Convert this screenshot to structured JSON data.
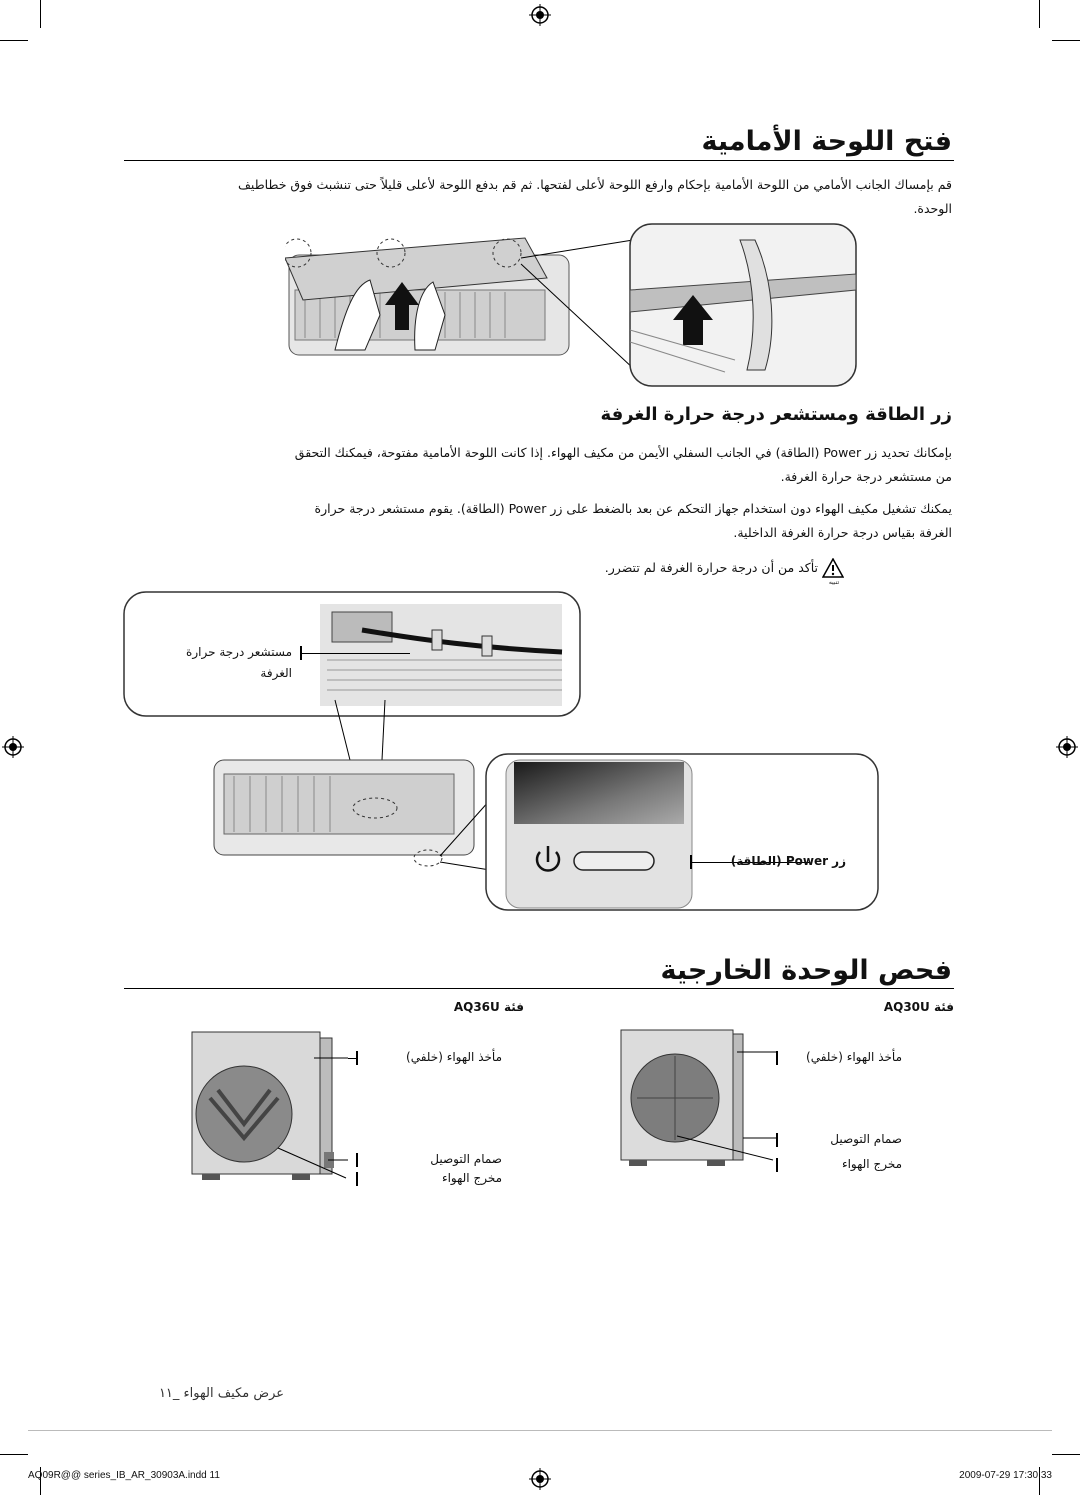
{
  "section1": {
    "title": "فتح اللوحة الأمامية",
    "para_line1": "قم بإمساك الجانب الأمامي من اللوحة الأمامية بإحكام وارفع اللوحة لأعلى لفتحها. ثم قم بدفع اللوحة لأعلى قليلاً حتى تنشبث فوق خطاطيف",
    "para_line2": "الوحدة."
  },
  "section2": {
    "title": "زر الطاقة ومستشعر درجة حرارة الغرفة",
    "p1_line1": "بإمكانك تحديد زر Power (الطاقة) في الجانب السفلي الأيمن من مكيف الهواء. إذا كانت اللوحة الأمامية مفتوحة، فيمكنك التحقق",
    "p1_line2": "من مستشعر درجة حرارة الغرفة.",
    "p2_line1": "يمكنك تشغيل مكيف الهواء دون استخدام جهاز التحكم عن بعد بالضغط على زر Power (الطاقة). يقوم مستشعر درجة حرارة",
    "p2_line2": "الغرفة بقياس درجة حرارة الغرفة الداخلية.",
    "warning": "تأكد من أن درجة حرارة الغرفة لم تتضرر.",
    "warning_icon_caption": "تنبيه",
    "sensor_label_line1": "مستشعر درجة حرارة",
    "sensor_label_line2": "الغرفة",
    "power_label": "زر Power (الطاقة)"
  },
  "section3": {
    "title": "فحص الوحدة الخارجية",
    "unit_left_title": "فئة AQ36U",
    "unit_right_title": "فئة AQ30U",
    "left_labels": [
      "مأخذ الهواء (خلفي)",
      "صمام التوصيل",
      "مخرج الهواء"
    ],
    "right_labels": [
      "مأخذ الهواء (خلفي)",
      "صمام التوصيل",
      "مخرج الهواء"
    ]
  },
  "footer": {
    "page_label": "عرض مكيف الهواء _١١",
    "file_info": "AQ09R@@ series_IB_AR_30903A.indd   11",
    "timestamp": "2009-07-29   17:30:33"
  },
  "icons": [
    "registration-mark-icon",
    "power-icon",
    "warning-triangle-icon",
    "arrow-up-icon"
  ]
}
